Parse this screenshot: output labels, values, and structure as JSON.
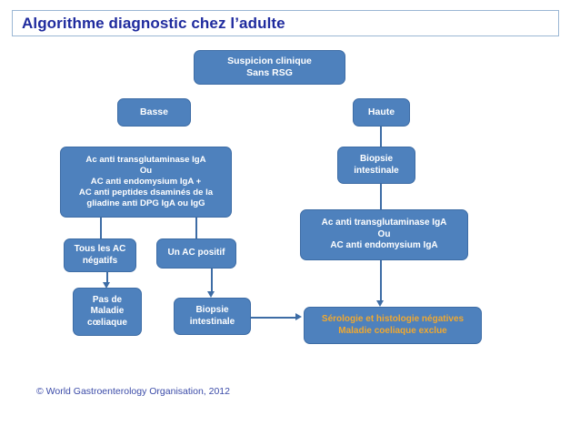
{
  "slide": {
    "title": "Algorithme diagnostic chez l’adulte",
    "copyright": "© World Gastroenterology Organisation, 2012"
  },
  "colors": {
    "node_fill": "#4e81bd",
    "node_border": "#3d6ca5",
    "node_text": "#ffffff",
    "title_text": "#1f2b9e",
    "highlight_text": "#f0a830",
    "connector": "#3d6ca5"
  },
  "nodes": {
    "suspicion": {
      "line1": "Suspicion clinique",
      "line2": "Sans RSG"
    },
    "basse": {
      "label": "Basse"
    },
    "haute": {
      "label": "Haute"
    },
    "ac_left": {
      "line1": "Ac anti transglutaminase IgA",
      "line2": "Ou",
      "line3": "AC anti endomysium IgA +",
      "line4": "AC anti peptides dsaminés de la",
      "line5": "gliadine anti DPG  IgA ou IgG"
    },
    "biopsie_right": {
      "line1": "Biopsie",
      "line2": "intestinale"
    },
    "ac_right": {
      "line1": "Ac anti transglutaminase IgA",
      "line2": "Ou",
      "line3": "AC anti endomysium IgA"
    },
    "tous_negatifs": {
      "line1": "Tous les AC",
      "line2": "négatifs"
    },
    "un_positif": {
      "label": "Un AC positif"
    },
    "pas_maladie": {
      "line1": "Pas de",
      "line2": "Maladie",
      "line3": "cœliaque"
    },
    "biopsie_left": {
      "line1": "Biopsie",
      "line2": "intestinale"
    },
    "final": {
      "line1": "Sérologie et  histologie négatives",
      "line2": "Maladie coeliaque exclue"
    }
  }
}
